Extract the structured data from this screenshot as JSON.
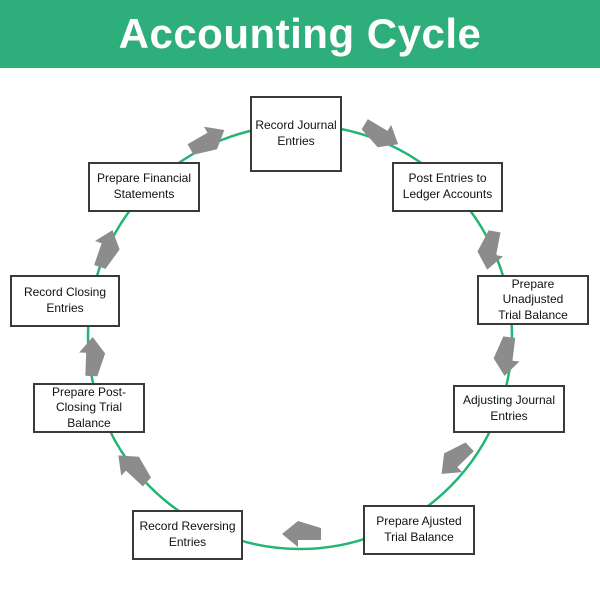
{
  "title": "Accounting Cycle",
  "colors": {
    "header_bg": "#2EAE7B",
    "title_text": "#FFFFFF",
    "circle_stroke": "#23B573",
    "arrow_fill": "#8C8C8C",
    "box_border": "#3A3A3A",
    "box_bg": "#FFFFFF",
    "box_text": "#111111"
  },
  "diagram": {
    "type": "cycle",
    "flow_direction": "clockwise",
    "arrow_count": 9,
    "steps": [
      {
        "label": "Record Journal\nEntries"
      },
      {
        "label": "Post Entries to\nLedger Accounts"
      },
      {
        "label": "Prepare Unadjusted\nTrial Balance"
      },
      {
        "label": "Adjusting Journal\nEntries"
      },
      {
        "label": "Prepare Ajusted\nTrial Balance"
      },
      {
        "label": "Record Reversing\nEntries"
      },
      {
        "label": "Prepare Post-\nClosing Trial\nBalance"
      },
      {
        "label": "Record Closing\nEntries"
      },
      {
        "label": "Prepare Financial\nStatements"
      }
    ]
  }
}
